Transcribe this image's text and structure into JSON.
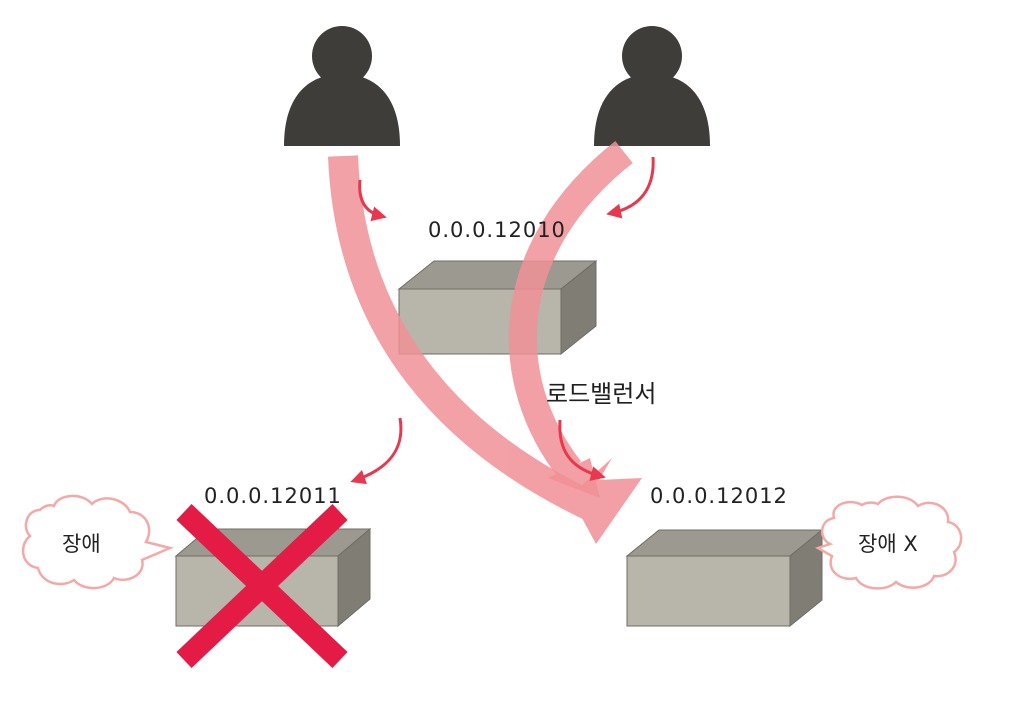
{
  "servers": {
    "load_balancer": {
      "ip": "0.0.0.12010",
      "label": "로드밸런서"
    },
    "failed_server": {
      "ip": "0.0.0.12011",
      "status": "장애"
    },
    "healthy_server": {
      "ip": "0.0.0.12012",
      "status": "장애 X"
    }
  },
  "icons": {
    "users": [
      "user-icon",
      "user-icon"
    ],
    "failure_mark": "x-mark-icon"
  },
  "colors": {
    "user": "#3f3d3a",
    "traffic_arrow": "#f09096",
    "small_arrow": "#e8384f",
    "failure_mark": "#e31b45",
    "box_front": "#b8b5aa",
    "box_top": "#9c9a90",
    "box_side": "#7f7d74",
    "bubble_outline": "#f2a9a7"
  }
}
